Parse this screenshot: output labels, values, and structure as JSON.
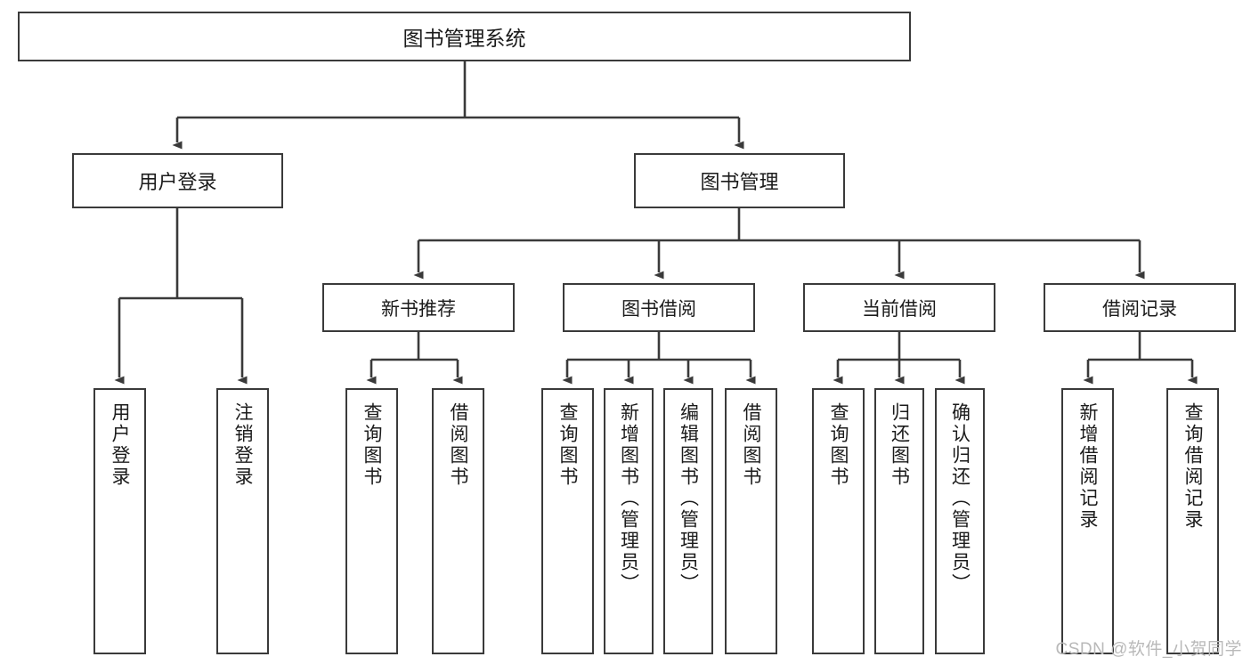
{
  "diagram": {
    "title": "图书管理系统",
    "root": {
      "label": "图书管理系统"
    },
    "level1": [
      {
        "label": "用户登录"
      },
      {
        "label": "图书管理"
      }
    ],
    "level2": [
      {
        "label": "新书推荐"
      },
      {
        "label": "图书借阅"
      },
      {
        "label": "当前借阅"
      },
      {
        "label": "借阅记录"
      }
    ],
    "leaves": [
      {
        "label": "用户登录",
        "parent": "用户登录"
      },
      {
        "label": "注销登录",
        "parent": "用户登录"
      },
      {
        "label": "查询图书",
        "parent": "新书推荐"
      },
      {
        "label": "借阅图书",
        "parent": "新书推荐"
      },
      {
        "label": "查询图书",
        "parent": "图书借阅"
      },
      {
        "label": "新增图书（管理员）",
        "parent": "图书借阅"
      },
      {
        "label": "编辑图书（管理员）",
        "parent": "图书借阅"
      },
      {
        "label": "借阅图书",
        "parent": "图书借阅"
      },
      {
        "label": "查询图书",
        "parent": "当前借阅"
      },
      {
        "label": "归还图书",
        "parent": "当前借阅"
      },
      {
        "label": "确认归还（管理员）",
        "parent": "当前借阅"
      },
      {
        "label": "新增借阅记录",
        "parent": "借阅记录"
      },
      {
        "label": "查询借阅记录",
        "parent": "借阅记录"
      }
    ],
    "watermark": "CSDN @软件_小贺同学",
    "colors": {
      "stroke": "#3a3a3a",
      "box_fill": "#ffffff",
      "text": "#1b1b1b",
      "watermark": "#b9b9b9",
      "background": "#ffffff"
    }
  }
}
